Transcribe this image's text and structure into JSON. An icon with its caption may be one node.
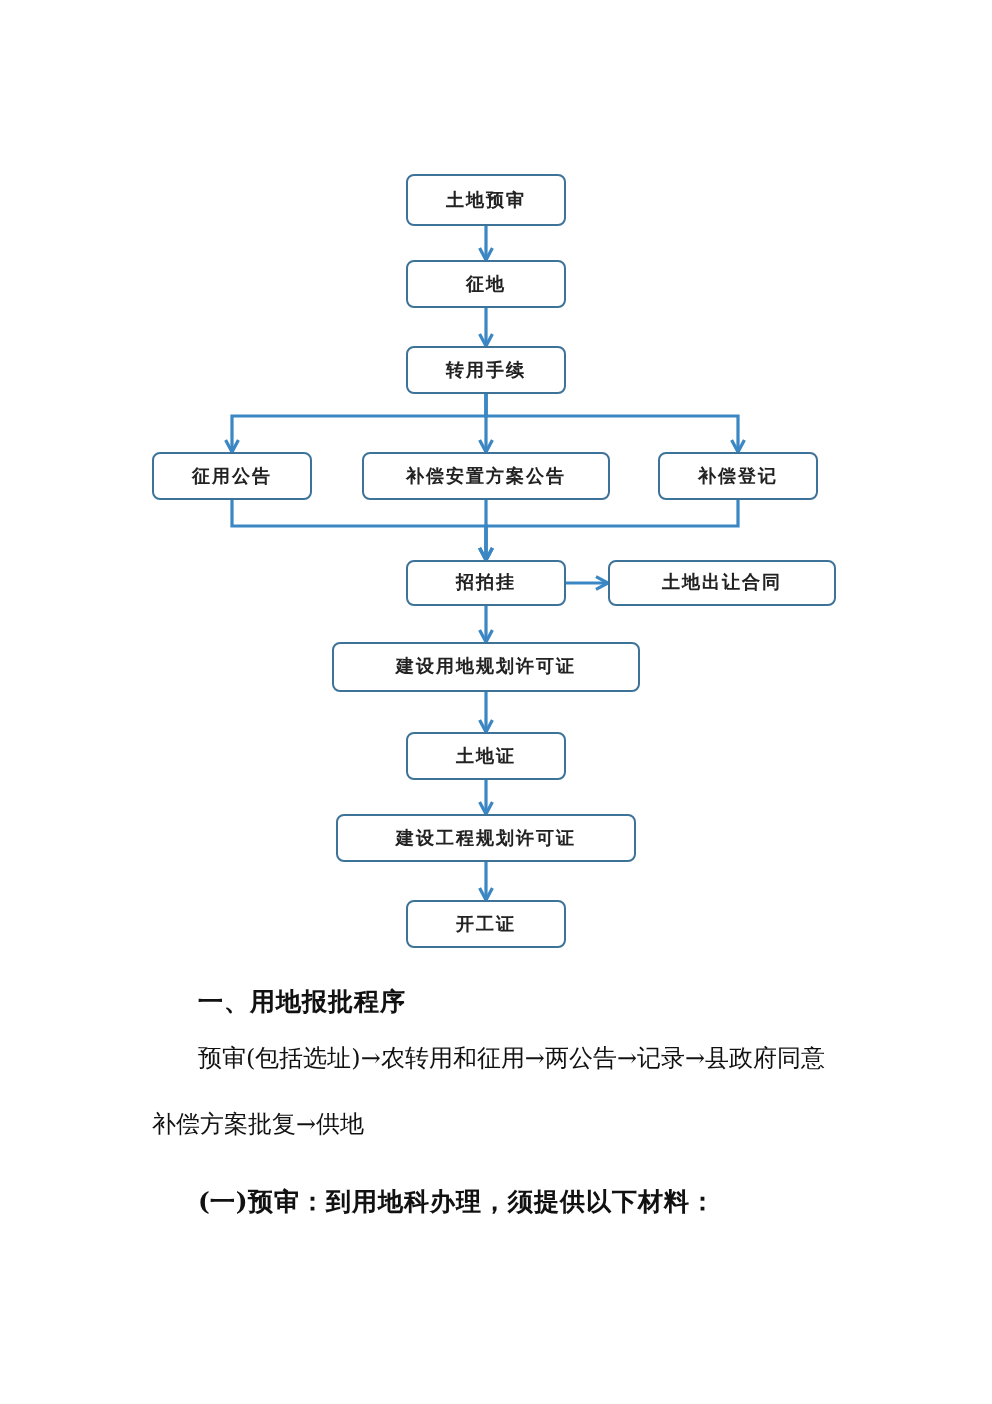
{
  "diagram": {
    "nodes": [
      {
        "text": [
          "土地预审"
        ]
      },
      {
        "text": [
          "征地"
        ]
      },
      {
        "text": [
          "转用手续"
        ]
      },
      {
        "text": [
          "征用公告"
        ]
      },
      {
        "text": [
          "补偿安置方案公告"
        ]
      },
      {
        "text": [
          "补偿登记"
        ]
      },
      {
        "text": [
          "招拍挂"
        ]
      },
      {
        "text": [
          "土地出让合同"
        ]
      },
      {
        "text": [
          "建设用地规划许可证"
        ]
      },
      {
        "text": [
          "土地证"
        ]
      },
      {
        "text": [
          "建设工程规划许可证"
        ]
      },
      {
        "text": [
          "开工证"
        ]
      }
    ],
    "edges": [
      {
        "from": 0,
        "to": 1,
        "arrow": "to"
      },
      {
        "from": 1,
        "to": 2,
        "arrow": "to"
      },
      {
        "from": 2,
        "to": 3,
        "arrow": "to"
      },
      {
        "from": 2,
        "to": 4,
        "arrow": "to"
      },
      {
        "from": 2,
        "to": 5,
        "arrow": "to"
      },
      {
        "from": 3,
        "to": 6,
        "arrow": "to"
      },
      {
        "from": 4,
        "to": 6,
        "arrow": "to"
      },
      {
        "from": 5,
        "to": 6,
        "arrow": "to"
      },
      {
        "from": 6,
        "to": 7,
        "arrow": "to"
      },
      {
        "from": 6,
        "to": 8,
        "arrow": "to"
      },
      {
        "from": 8,
        "to": 9,
        "arrow": "to"
      },
      {
        "from": 9,
        "to": 10,
        "arrow": "to"
      },
      {
        "from": 10,
        "to": 11,
        "arrow": "to"
      }
    ],
    "labels": [
      "一、用地报批程序",
      "预审(包括选址)→农转用和征用→两公告→记录→县政府同意补偿方案批复→供地",
      "(一)预审：到用地科办理，须提供以下材料："
    ]
  }
}
